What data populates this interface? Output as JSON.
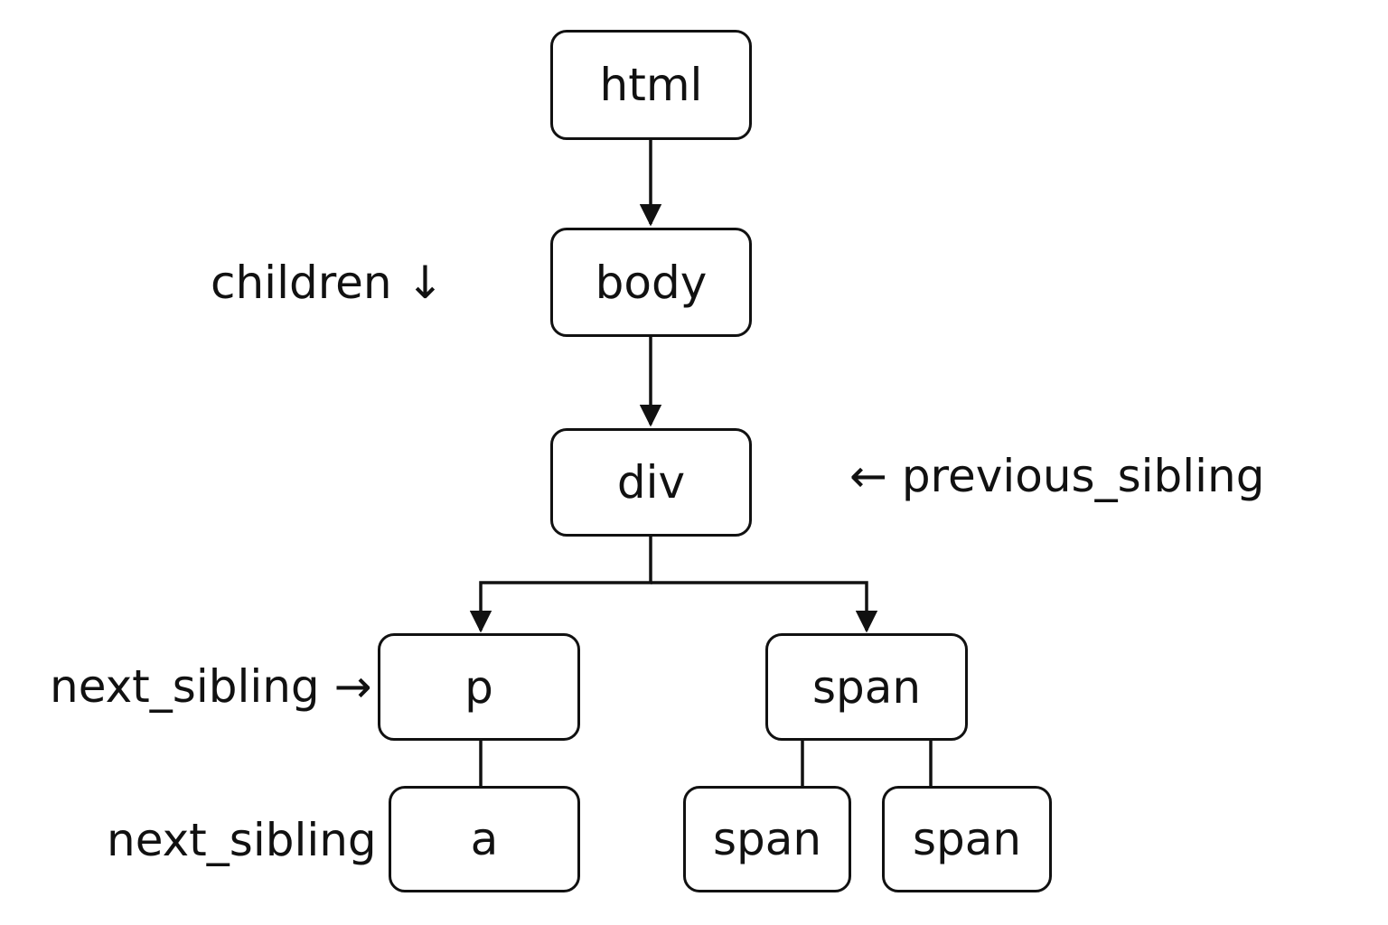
{
  "diagram": {
    "nodes": {
      "html": "html",
      "body": "body",
      "div": "div",
      "p": "p",
      "span": "span",
      "a": "a",
      "span_left": "span",
      "span_right": "span"
    },
    "annotations": {
      "children": {
        "text": "children",
        "arrow": "↓"
      },
      "previous_sibling": {
        "text": "previous_sibling",
        "arrow": "←"
      },
      "next_sibling_p": {
        "text": "next_sibling",
        "arrow": "→"
      },
      "next_sibling_a": {
        "text": "next_sibling"
      }
    }
  },
  "colors": {
    "stroke": "#111111",
    "background": "#ffffff"
  }
}
